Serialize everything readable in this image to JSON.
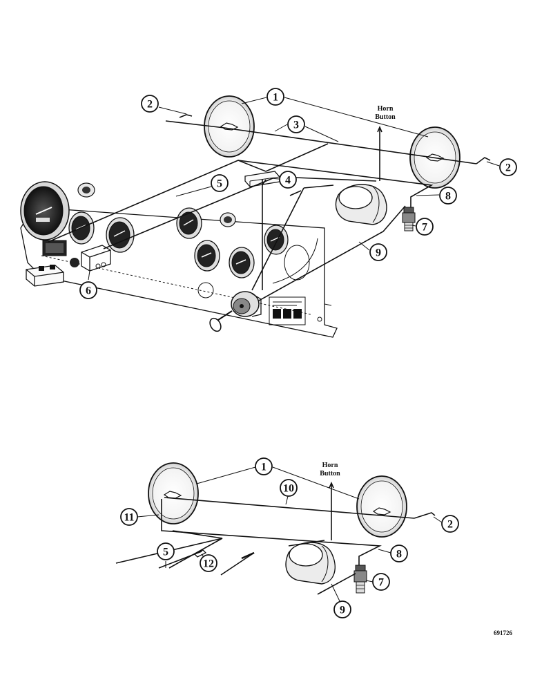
{
  "top_figure": {
    "horn_button_label": [
      "Horn",
      "Button"
    ],
    "callouts": [
      "1",
      "2",
      "2",
      "3",
      "4",
      "5",
      "6",
      "7",
      "8",
      "9"
    ]
  },
  "bottom_figure": {
    "horn_button_label": [
      "Horn",
      "Button"
    ],
    "callouts": [
      "1",
      "2",
      "5",
      "7",
      "8",
      "9",
      "10",
      "11",
      "12"
    ]
  },
  "catalog_number": "691726"
}
